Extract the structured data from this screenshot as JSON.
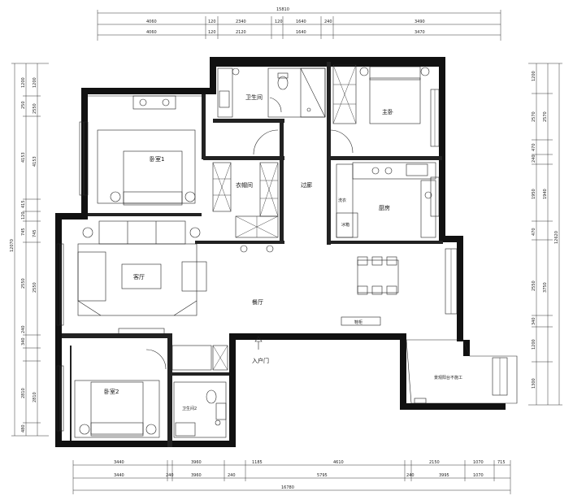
{
  "rooms": {
    "bathroom1": "卫生间",
    "bedroom1": "卧室1",
    "master_bedroom": "主卧",
    "cloakroom": "衣帽间",
    "corridor": "过廊",
    "kitchen": "厨房",
    "washer": "洗衣",
    "fridge": "冰箱",
    "living_room": "客厅",
    "dining": "餐厅",
    "bedroom2": "卧室2",
    "bathroom2": "卫生间2",
    "entrance": "入户门",
    "shoe_cabinet": "鞋柜",
    "balcony": "景观阳台不施工"
  },
  "dims": {
    "top_total": "15810",
    "top_row1": [
      "4060",
      "120",
      "2340",
      "120",
      "1640",
      "240",
      "3490"
    ],
    "top_row2": [
      "4060",
      "120",
      "2120",
      "1640",
      "3470"
    ],
    "bottom_total": "16780",
    "bottom_row1": [
      "3440",
      "3960",
      "1185",
      "4610",
      "2150",
      "1070",
      "715"
    ],
    "bottom_row2": [
      "3440",
      "240",
      "3960",
      "240",
      "5795",
      "240",
      "3995",
      "1070"
    ],
    "left_total": "12070",
    "left_col1": [
      "1200",
      "250",
      "4153",
      "415",
      "120",
      "745",
      "2550",
      "240",
      "340",
      "2810",
      "480"
    ],
    "left_col2": [
      "1200",
      "2550",
      "4153",
      "745",
      "2550",
      "2810"
    ],
    "right_total": "12620",
    "right_col1": [
      "1200",
      "2570",
      "470",
      "240",
      "1950",
      "470",
      "2550",
      "340",
      "1200",
      "1300"
    ],
    "right_col2": [
      "2570",
      "1940",
      "3750"
    ]
  }
}
